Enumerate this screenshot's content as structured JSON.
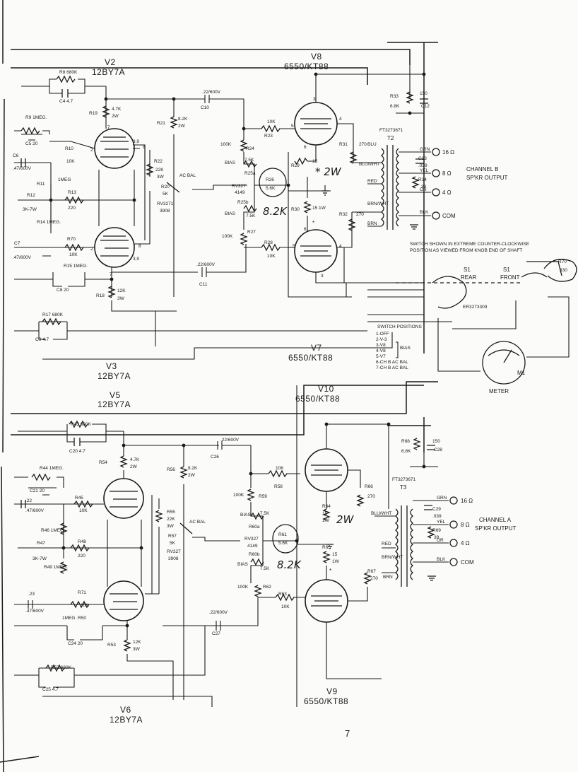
{
  "tubes": {
    "v2": {
      "name": "V2",
      "type": "12BY7A"
    },
    "v3": {
      "name": "V3",
      "type": "12BY7A"
    },
    "v5": {
      "name": "V5",
      "type": "12BY7A"
    },
    "v6": {
      "name": "V6",
      "type": "12BY7A"
    },
    "v7": {
      "name": "V7",
      "type": "6550/KT88"
    },
    "v8": {
      "name": "V8",
      "type": "6550/KT88"
    },
    "v9": {
      "name": "V9",
      "type": "6550/KT88"
    },
    "v10": {
      "name": "V10",
      "type": "6550/KT88"
    }
  },
  "channel_b": {
    "title": "CHANNEL B",
    "subtitle": "SP'KR OUTPUT",
    "transformer": "FT3273671",
    "transformer_ref": "T2",
    "taps": [
      "16 Ω",
      "8 Ω",
      "4 Ω",
      "COM"
    ],
    "wire_colors": [
      "GRN",
      "YEL",
      "OR",
      "BLK",
      "BLU",
      "BLU/WHT",
      "RED",
      "BRN/WHT",
      "BRN"
    ]
  },
  "channel_a": {
    "title": "CHANNEL A",
    "subtitle": "SP'KR OUTPUT",
    "transformer": "FT3273671",
    "transformer_ref": "T3",
    "taps": [
      "16 Ω",
      "8 Ω",
      "4 Ω",
      "COM"
    ],
    "wire_colors": [
      "GRN",
      "YEL",
      "OR",
      "BLK",
      "BLU/WHT",
      "RED",
      "BRN/WHT",
      "BRN"
    ]
  },
  "components_top": {
    "r8": "R8 680K",
    "c4": "C4 4.7",
    "r19": "R19",
    "r19_val": "4.7K",
    "r19_w": "2W",
    "r9": "R9 1MEG.",
    "c5": "C5 20",
    "c6": "C6",
    "c6_val": ".47/600V",
    "r10": "R10",
    "r10_val": "10K",
    "r11": "R11",
    "r11_val": "1MEG",
    "r12": "R12",
    "r12_val": "3K-7W",
    "r13": "R13",
    "r13_val": "220",
    "r14": "R14 1MEG.",
    "r70": "R70",
    "r70_val": "10K",
    "c7": "C7",
    "c7_val": ".47/600V",
    "r15": "R15 1MEG.",
    "c8": "C8 20",
    "r18": "R18",
    "r18_val": "12K",
    "r18_w": "3W",
    "r17": "R17 680K",
    "c9": "C9 4.7",
    "c10": "C10",
    "c10_val": ".22/600V",
    "r21": "R21",
    "r21_val": "8.2K",
    "r21_w": "2W",
    "r22": "R22",
    "r22_val": "22K",
    "r22_w": "3W",
    "r20": "R20",
    "r20_val": "5K",
    "r20_part": "RV3271",
    "r20_part2": "3908",
    "ac_bal": "AC BAL",
    "c11": "C11",
    "c11_val": ".22/600V",
    "r24": "R24",
    "r24_val": "100K",
    "r23": "R23",
    "r23_val": "10K",
    "r25a": "R25a",
    "r25a_val": "7.5K",
    "bias": "BIAS",
    "rv327": "RV327",
    "rv327_b": "4149",
    "r25b": "R25b",
    "r25b_val": "7.5K",
    "r26": "R26",
    "r26_val": "5.6K",
    "r26_hand": "8.2K",
    "r27": "R27",
    "r27_val": "100K",
    "r28": "R28",
    "r28_val": "10K",
    "r29": "R29",
    "r29_val": "15",
    "r29_hand": "* 2W",
    "r30": "R30",
    "r30_val": "15 1W",
    "star": "*",
    "r31": "R31",
    "r31_val": "270",
    "r32": "R32",
    "r32_val": "270",
    "r33": "R33",
    "r33_val": "6.8K",
    "c12": "C12",
    "c12_val": "150",
    "c13": "C13",
    "c13_val": ".039",
    "r34": "R34",
    "r34_val": "39",
    "pins": [
      "7",
      "2",
      "3,9",
      "8",
      "2",
      "3,9",
      "8",
      "7",
      "3",
      "4",
      "5",
      "6",
      "5",
      "4",
      "3",
      "6",
      "1",
      "5"
    ]
  },
  "components_bottom": {
    "r43": "R43 680K",
    "c20": "C20 4.7",
    "r54": "R54",
    "r54_val": "4.7K",
    "r54_w": "2W",
    "r44": "R44 1MEG.",
    "c21": "C21 20",
    "c22": ".22",
    "c22_val": ".47/600V",
    "r45": "R45",
    "r45_val": "10K",
    "r46": "R46 1MEG.",
    "r47": "R47",
    "r47_val": "3K-7W",
    "r48": "R48",
    "r48_val": "220",
    "r49": "R49 1MEG.",
    "r71": "R71",
    "r71_val": "10K",
    "c23": ".23",
    "c23_val": ".47/600V",
    "r50": "1MEG. R50",
    "c24": "C24 20",
    "r53": "R53",
    "r53_val": "12K",
    "r53_w": "3W",
    "r52": "R52 680K",
    "c25": "C25 4.7",
    "c26": "C26",
    "c26_val": ".22/600V",
    "r56": "R56",
    "r56_val": "8.2K",
    "r56_w": "2W",
    "r55": "R55",
    "r55_val": "22K",
    "r55_w": "3W",
    "r57": "R57",
    "r57_val": "5K",
    "r57_part": "RV327",
    "r57_part2": "3908",
    "ac_bal": "AC BAL",
    "c27": "C27",
    "c27_val": ".22/600V",
    "r59": "R59",
    "r59_val": "100K",
    "r58": "R58",
    "r58_val": "10K",
    "r60a": "R60a",
    "r60a_val": "7.5K",
    "bias": "BIAS",
    "rv327": "RV327",
    "rv327_b": "4149",
    "r60b": "R60b",
    "r60b_val": "7.5K",
    "r61": "R61",
    "r61_val": "5.6K",
    "r61_hand": "8.2K",
    "r62": "R62",
    "r62_val": "100K",
    "r63": "R63",
    "r63_val": "10K",
    "r64": "R64",
    "r64_val": "15",
    "r64_w": "1W",
    "r64_hand": "2W",
    "r65": "R65",
    "r65_val": "15",
    "r65_w": "1W",
    "star": "*",
    "r66": "R66",
    "r66_val": "270",
    "r67": "R67",
    "r67_val": "270",
    "r68": "R68",
    "r68_val": "6.8K",
    "c28": "C28",
    "c28_val": "150",
    "c29": "C29",
    "c29_val": ".039",
    "r69": "R69",
    "r69_val": "39"
  },
  "switch": {
    "caption_l1": "SWITCH SHOWN IN EXTREME COUNTER-CLOCKWISE",
    "caption_l2": "POSITION AS VIEWED FROM KNOB END OF SHAFT",
    "s1_rear": "S1",
    "rear": "REAR",
    "s1_front": "S1",
    "front": "FRONT",
    "part": "ER3273309",
    "r70_fragment": "R70",
    "r70_fragment_val": "330",
    "positions_title": "SWITCH POSITIONS",
    "positions": [
      "1-OFF",
      "2-V-3",
      "3-V8",
      "4-V8",
      "5-V7",
      "6-CH B AC BAL",
      "7-CH B AC BAL"
    ],
    "bias_tag": "BIAS"
  },
  "meter": {
    "ref": "M1",
    "label": "METER"
  },
  "page_number": "7"
}
